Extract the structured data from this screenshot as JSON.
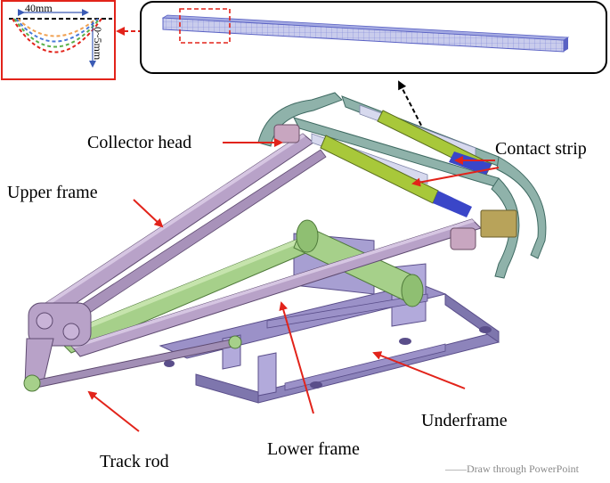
{
  "inset": {
    "width_label": "40mm",
    "depth_label": "0~5mm"
  },
  "labels": {
    "collector_head": "Collector head",
    "contact_strip": "Contact strip",
    "upper_frame": "Upper frame",
    "lower_frame": "Lower frame",
    "underframe": "Underframe",
    "track_rod": "Track rod"
  },
  "credit": "——Draw through PowerPoint",
  "colors": {
    "frame_purple": "#b8a2c8",
    "frame_green": "#a6d08a",
    "strip_green": "#a8c83a",
    "head_teal": "#8fb2aa",
    "arrow_red": "#e2231a",
    "mesh_blue": "#7d84d8"
  }
}
